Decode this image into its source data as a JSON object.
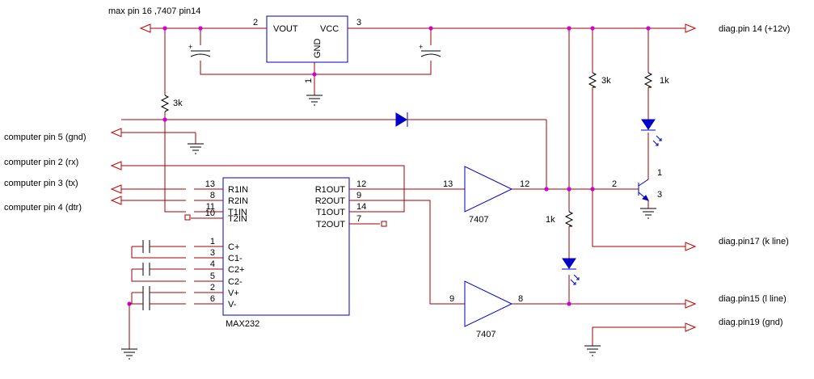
{
  "ports": {
    "max_pin": "max pin 16 ,7407 pin14",
    "diag14": "diag.pin 14 (+12v)",
    "diag17": "diag.pin17 (k line)",
    "diag15": "diag.pin15 (l line)",
    "diag19": "diag.pin19 (gnd)",
    "pc5": "computer pin 5 (gnd)",
    "pc2": "computer pin 2 (rx)",
    "pc3": "computer pin 3 (tx)",
    "pc4": "computer pin 4 (dtr)"
  },
  "regulator": {
    "vout": "VOUT",
    "vcc": "VCC",
    "gnd": "GND",
    "pin_vout": "2",
    "pin_vcc": "3",
    "pin_gnd": "1"
  },
  "max232": {
    "name": "MAX232",
    "left_pins": [
      {
        "num": "13",
        "label": "R1IN"
      },
      {
        "num": "8",
        "label": "R2IN"
      },
      {
        "num": "11",
        "label": "T1IN"
      },
      {
        "num": "10",
        "label": "T2IN"
      },
      {
        "num": "1",
        "label": "C+"
      },
      {
        "num": "3",
        "label": "C1-"
      },
      {
        "num": "4",
        "label": "C2+"
      },
      {
        "num": "5",
        "label": "C2-"
      },
      {
        "num": "2",
        "label": "V+"
      },
      {
        "num": "6",
        "label": "V-"
      }
    ],
    "right_pins": [
      {
        "num": "12",
        "label": "R1OUT"
      },
      {
        "num": "9",
        "label": "R2OUT"
      },
      {
        "num": "14",
        "label": "T1OUT"
      },
      {
        "num": "7",
        "label": "T2OUT"
      }
    ]
  },
  "buffers": {
    "top": {
      "name": "7407",
      "pin_in": "13",
      "pin_out": "12"
    },
    "bottom": {
      "name": "7407",
      "pin_in": "9",
      "pin_out": "8"
    }
  },
  "resistors": {
    "r_left": "3k",
    "r_mid": "3k",
    "r_right": "1k",
    "r_lower": "1k"
  },
  "transistor": {
    "pin_base": "2",
    "pin_collector": "1",
    "pin_emitter": "3"
  }
}
